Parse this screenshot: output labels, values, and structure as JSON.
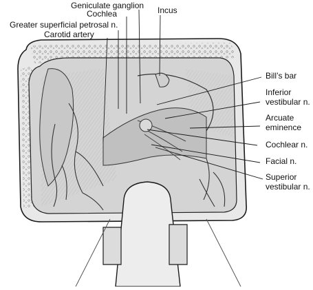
{
  "labels": {
    "geniculate_ganglion": "Geniculate ganglion",
    "cochlea": "Cochlea",
    "greater_superficial_petrosal": "Greater superficial petrosal n.",
    "carotid_artery": "Carotid artery",
    "incus": "Incus",
    "bills_bar": "Bill’s bar",
    "inferior_vestibular_1": "Inferior",
    "inferior_vestibular_2": "vestibular n.",
    "arcuate_1": "Arcuate",
    "arcuate_2": "eminence",
    "cochlear_n": "Cochlear n.",
    "facial_n": "Facial n.",
    "superior_vestibular_1": "Superior",
    "superior_vestibular_2": "vestibular n."
  },
  "colors": {
    "line": "#1a1a1a",
    "bone": "#e6e6e6",
    "cavity": "#d0d0d0",
    "shade": "#b8b8b8"
  }
}
